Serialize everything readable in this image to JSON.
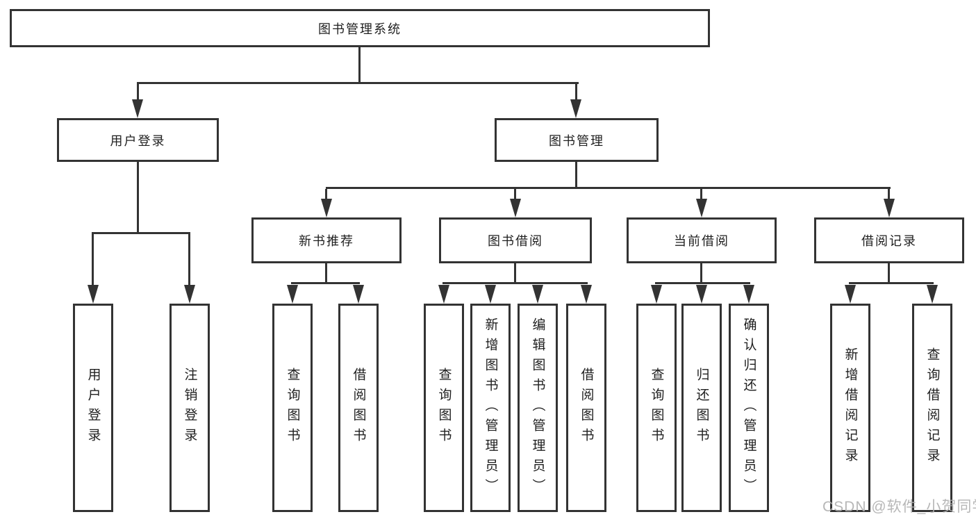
{
  "diagram": {
    "root": "图书管理系统",
    "branches": [
      {
        "label": "用户登录",
        "children": [
          "用户登录",
          "注销登录"
        ]
      },
      {
        "label": "图书管理",
        "children": [
          {
            "label": "新书推荐",
            "children": [
              "查询图书",
              "借阅图书"
            ]
          },
          {
            "label": "图书借阅",
            "children": [
              "查询图书",
              "新增图书（管理员）",
              "编辑图书（管理员）",
              "借阅图书"
            ]
          },
          {
            "label": "当前借阅",
            "children": [
              "查询图书",
              "归还图书",
              "确认归还（管理员）"
            ]
          },
          {
            "label": "借阅记录",
            "children": [
              "新增借阅记录",
              "查询借阅记录"
            ]
          }
        ]
      }
    ]
  },
  "watermark": "CSDN @软件_小贺同学",
  "colors": {
    "line": "#333333",
    "text": "#1f1f1f",
    "watermark": "#b0b0b0",
    "background": "#ffffff"
  }
}
